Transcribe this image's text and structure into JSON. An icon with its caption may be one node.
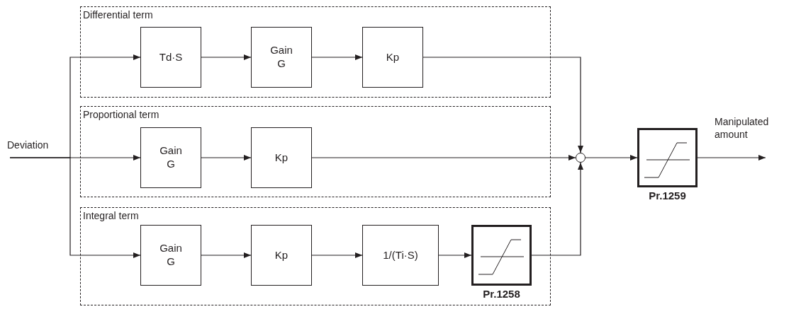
{
  "diagram": {
    "nodes": [
      {
        "text": [
          "Differential term"
        ]
      },
      {
        "text": [
          "Td·S"
        ],
        "in": 0
      },
      {
        "text": [
          "Gain G"
        ],
        "in": 0
      },
      {
        "text": [
          "Kp"
        ],
        "in": 0
      },
      {
        "text": [
          "Proportional term"
        ]
      },
      {
        "text": [
          "Gain G"
        ],
        "in": 4
      },
      {
        "text": [
          "Kp"
        ],
        "in": 4
      },
      {
        "text": [
          "Integral term"
        ]
      },
      {
        "text": [
          "Gain G"
        ],
        "in": 7
      },
      {
        "text": [
          "Kp"
        ],
        "in": 7
      },
      {
        "text": [
          "1/(Ti·S)"
        ],
        "in": 7
      },
      {
        "text": [
          "Pr.1258"
        ],
        "in": 7
      },
      {
        "text": [],
        "shape": "circle"
      },
      {
        "text": [
          "Deviation"
        ]
      },
      {
        "text": [
          "Pr.1259"
        ]
      },
      {
        "text": [
          "Manipulated amount"
        ]
      }
    ],
    "edges": [
      {
        "from": 13,
        "to": 1,
        "arrow": "to"
      },
      {
        "from": 13,
        "to": 5,
        "arrow": "to"
      },
      {
        "from": 13,
        "to": 8,
        "arrow": "to"
      },
      {
        "from": 1,
        "to": 2,
        "arrow": "to"
      },
      {
        "from": 2,
        "to": 3,
        "arrow": "to"
      },
      {
        "from": 3,
        "to": 12,
        "arrow": "to"
      },
      {
        "from": 5,
        "to": 6,
        "arrow": "to"
      },
      {
        "from": 6,
        "to": 12,
        "arrow": "to"
      },
      {
        "from": 8,
        "to": 9,
        "arrow": "to"
      },
      {
        "from": 9,
        "to": 10,
        "arrow": "to"
      },
      {
        "from": 10,
        "to": 11,
        "arrow": "to"
      },
      {
        "from": 11,
        "to": 12,
        "arrow": "to"
      },
      {
        "from": 12,
        "to": 14,
        "arrow": "to"
      },
      {
        "from": 14,
        "to": 15,
        "arrow": "to"
      }
    ]
  }
}
